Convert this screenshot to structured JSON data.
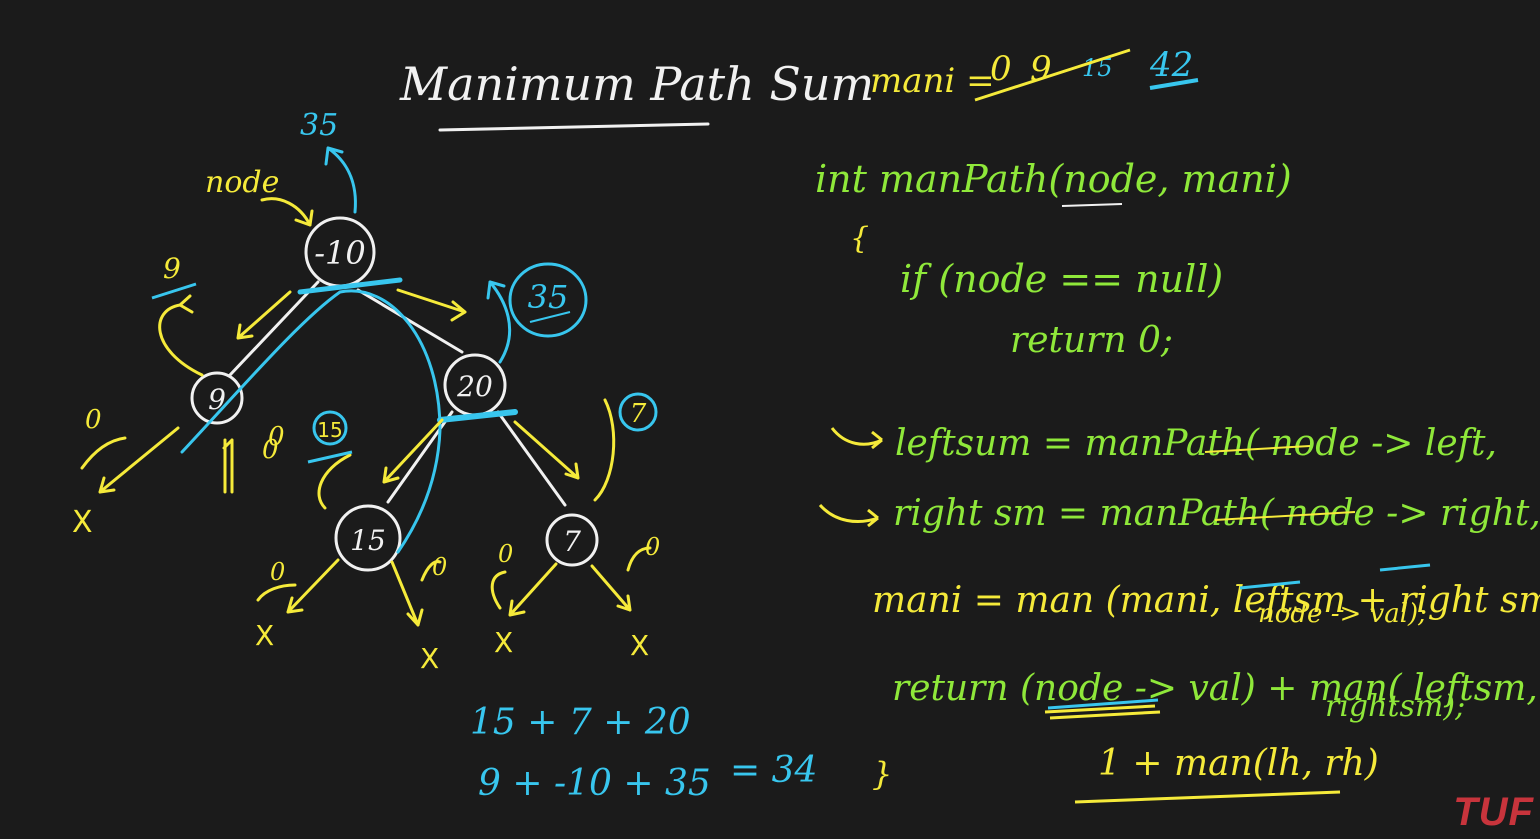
{
  "title": "Manimum Path Sum",
  "maxi_line": {
    "label": "mani =",
    "struck": [
      "0",
      "9",
      "15"
    ],
    "final": "42"
  },
  "tree": {
    "pointer_label": "node",
    "root_return": "35",
    "nodes": {
      "root": "-10",
      "left": "9",
      "right": "20",
      "right_left": "15",
      "right_right": "7"
    },
    "return_labels": {
      "left": "9",
      "right": "35",
      "right_left": "15",
      "right_right": "7"
    },
    "zero_labels": [
      "0",
      "0",
      "0",
      "0",
      "0",
      "0",
      "0"
    ],
    "null_marks": [
      "X",
      "X",
      "X",
      "X",
      "X"
    ]
  },
  "sums": {
    "line1": "15 + 7 + 20",
    "line2": "9 + -10 + 35",
    "line2_result": "= 34"
  },
  "code": {
    "signature": "int manPath(node, mani)",
    "open_brace": "{",
    "if_line": "if (node == null)",
    "return_zero": "return 0;",
    "left_line": "leftsum = manPath( node -> left,",
    "right_line": "right sm = manPath( node -> right,",
    "maxi_line1": "mani = man (mani, leftsm + right sm +",
    "maxi_line2": "node -> val);",
    "return_line1": "return (node -> val) + man( leftsm,",
    "return_line2": "rightsm);",
    "close_brace": "}",
    "height_line": "1 + man(lh, rh)"
  },
  "logo": "TUF",
  "colors": {
    "background": "#1b1b1b",
    "white": "#f1f1f1",
    "yellow": "#f5ea3a",
    "green": "#8fe83a",
    "blue": "#38c6ee",
    "logo": "#c8343c"
  }
}
